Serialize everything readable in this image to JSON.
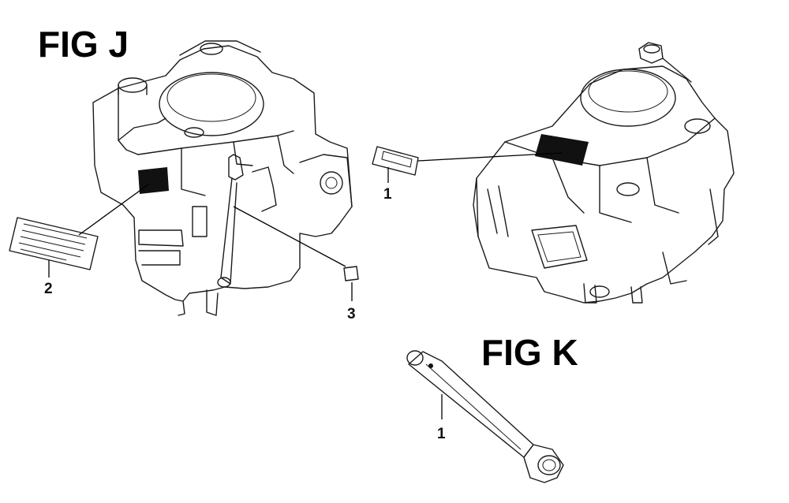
{
  "figures": {
    "j": {
      "title": "FIG J"
    },
    "k": {
      "title": "FIG K"
    }
  },
  "callouts": {
    "j_label_2": "2",
    "j_label_3": "3",
    "right_label_1": "1",
    "k_label_1": "1"
  }
}
